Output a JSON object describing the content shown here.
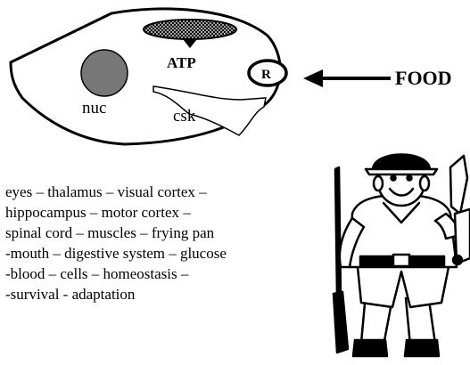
{
  "cell": {
    "nucleus_label": "nuc",
    "cytoskeleton_label": "csk",
    "atp_label": "ATP",
    "receptor_label": "R"
  },
  "food_label": "FOOD",
  "pathway_lines": [
    "eyes – thalamus – visual cortex –",
    "hippocampus – motor cortex –",
    "spinal cord – muscles – frying pan",
    "-mouth – digestive system – glucose",
    "-blood – cells – homeostasis –",
    "-survival - adaptation"
  ],
  "illustration": "hunter-with-rifle-and-birds",
  "colors": {
    "nucleus_fill": "#777777",
    "ink": "#000000",
    "background": "#ffffff"
  }
}
